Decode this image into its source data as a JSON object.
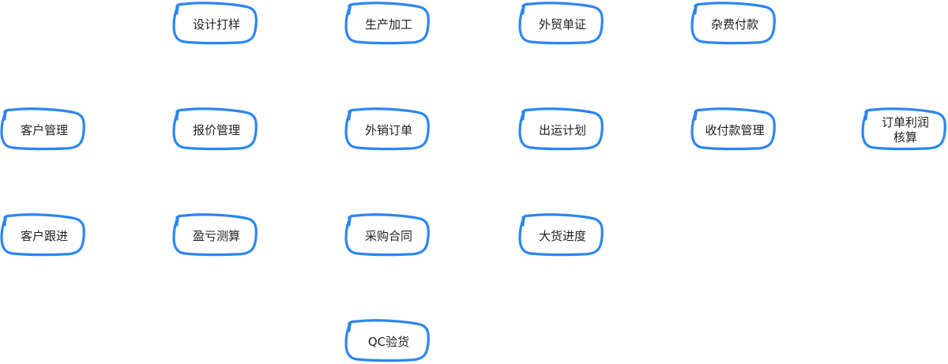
{
  "nodes": [
    {
      "id": "design-sampling",
      "label": "设计打样"
    },
    {
      "id": "production-processing",
      "label": "生产加工"
    },
    {
      "id": "foreign-trade-documents",
      "label": "外贸单证"
    },
    {
      "id": "misc-fee-payment",
      "label": "杂费付款"
    },
    {
      "id": "customer-management",
      "label": "客户管理"
    },
    {
      "id": "quotation-management",
      "label": "报价管理"
    },
    {
      "id": "export-sales-order",
      "label": "外销订单"
    },
    {
      "id": "shipping-plan",
      "label": "出运计划"
    },
    {
      "id": "receipt-payment-management",
      "label": "收付款管理"
    },
    {
      "id": "order-profit-accounting",
      "label": "订单利润\n核算"
    },
    {
      "id": "customer-follow-up",
      "label": "客户跟进"
    },
    {
      "id": "profit-loss-estimation",
      "label": "盈亏测算"
    },
    {
      "id": "purchase-contract",
      "label": "采购合同"
    },
    {
      "id": "bulk-goods-progress",
      "label": "大货进度"
    },
    {
      "id": "qc-inspection",
      "label": "QC验货"
    }
  ]
}
